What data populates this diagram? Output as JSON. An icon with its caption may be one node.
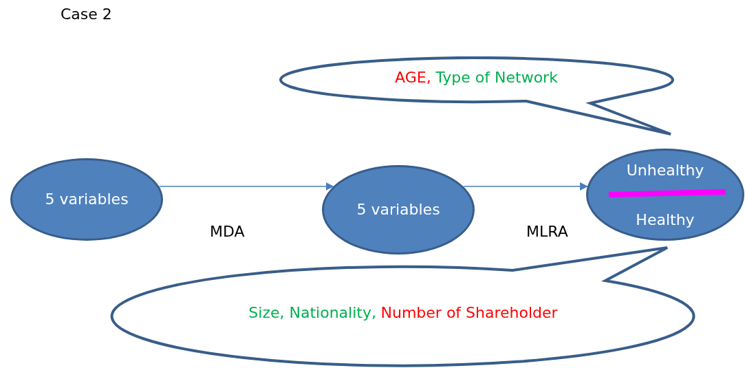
{
  "diagram": {
    "title": "Case 2",
    "nodes": [
      {
        "text": [
          "5 variables"
        ]
      },
      {
        "text": [
          "5 variables"
        ]
      },
      {
        "text": [
          "Unhealthy",
          "Healthy"
        ]
      },
      {
        "text": [
          "AGE,",
          "Type of Network"
        ]
      },
      {
        "text": [
          "Size, Nationality,",
          "Number of Shareholder"
        ]
      }
    ],
    "edges": [
      {
        "from": 0,
        "to": 1,
        "arrow": "to",
        "label": "MDA"
      },
      {
        "from": 1,
        "to": 2,
        "arrow": "to",
        "label": "MLRA"
      }
    ]
  }
}
